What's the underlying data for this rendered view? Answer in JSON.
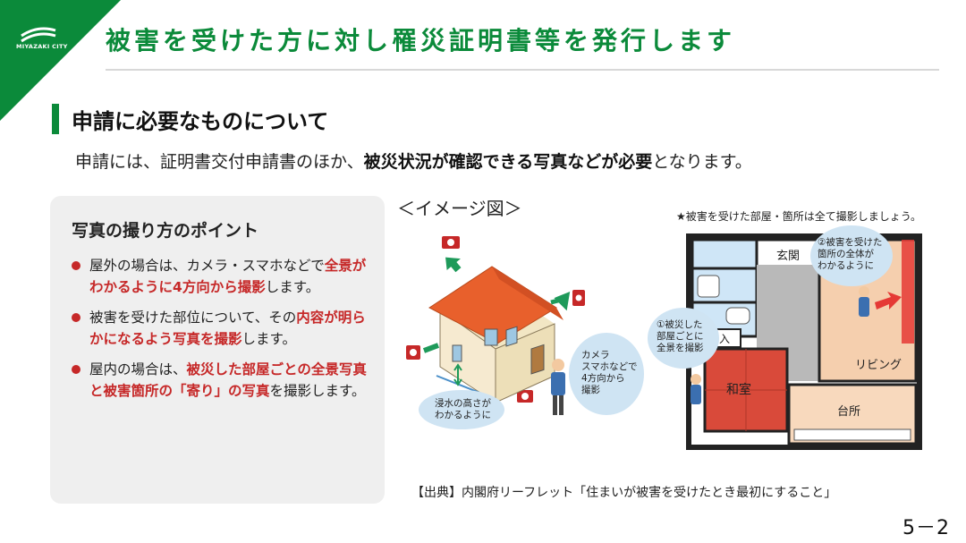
{
  "header": {
    "logo_text": "MIYAZAKI CITY",
    "title": "被害を受けた方に対し罹災証明書等を発行します"
  },
  "section": {
    "heading": "申請に必要なものについて",
    "intro_pre": "申請には、証明書交付申請書のほか、",
    "intro_bold": "被災状況が確認できる写真などが必要",
    "intro_post": "となります。"
  },
  "card": {
    "title": "写真の撮り方のポイント",
    "points": [
      {
        "pre": "屋外の場合は、カメラ・スマホなどで",
        "red": "全景がわかるように4方向から撮影",
        "post": "します。"
      },
      {
        "pre": "被害を受けた部位について、その",
        "red": "内容が明らかになるよう写真を撮影",
        "post": "します。"
      },
      {
        "pre": "屋内の場合は、",
        "red": "被災した部屋ごとの全景写真と被害箇所の「寄り」の写真",
        "post": "を撮影します。"
      }
    ]
  },
  "figure": {
    "caption": "＜イメージ図＞",
    "house": {
      "bubble_camera": [
        "カメラ",
        "スマホなどで",
        "4方向から",
        "撮影"
      ],
      "bubble_water": [
        "浸水の高さが",
        "わかるように"
      ]
    },
    "plan": {
      "note": "★被害を受けた部屋・箇所は全て撮影しましょう。",
      "bubble_room": [
        "①被災した",
        "部屋ごとに",
        "全景を撮影"
      ],
      "bubble_spot": [
        "②被害を受けた",
        "箇所の全体が",
        "わかるように"
      ],
      "rooms": {
        "entrance": "玄関",
        "closet": "押入",
        "washitsu": "和室",
        "living": "リビング",
        "kitchen": "台所"
      }
    }
  },
  "source": "【出典】内閣府リーフレット「住まいが被害を受けたとき最初にすること」",
  "page_number": "5－2",
  "colors": {
    "brand_green": "#0b8a3a",
    "accent_red": "#c62828",
    "card_bg": "#efefef"
  }
}
